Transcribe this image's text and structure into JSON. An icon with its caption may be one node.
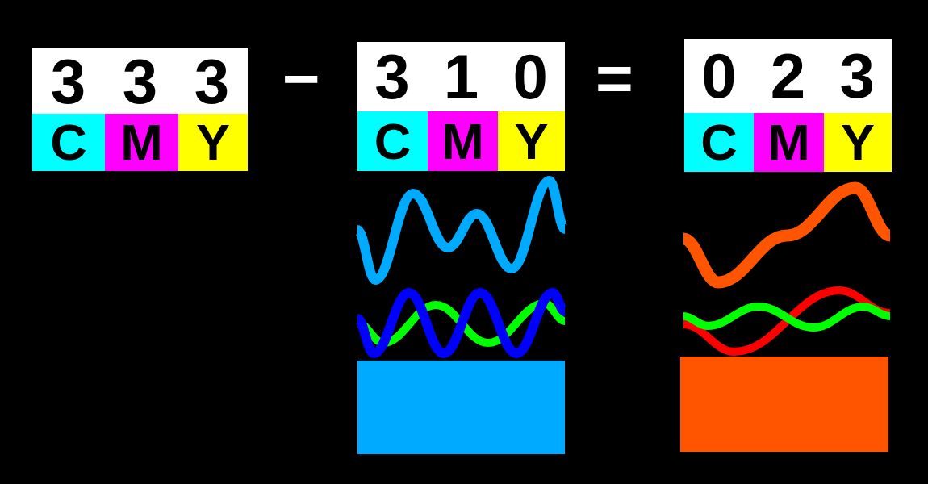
{
  "diagram": {
    "nodes": [
      {
        "text": [
          "3",
          "3",
          "3"
        ]
      },
      {
        "text": [
          "C"
        ]
      },
      {
        "text": [
          "M"
        ]
      },
      {
        "text": [
          "Y"
        ]
      },
      {
        "text": [
          "3",
          "1",
          "0"
        ]
      },
      {
        "text": [
          "C"
        ]
      },
      {
        "text": [
          "M"
        ]
      },
      {
        "text": [
          "Y"
        ]
      },
      {
        "text": [
          "0",
          "2",
          "3"
        ]
      },
      {
        "text": [
          "C"
        ]
      },
      {
        "text": [
          "M"
        ]
      },
      {
        "text": [
          "Y"
        ]
      },
      {
        "text": [],
        "shape": "box"
      },
      {
        "text": [],
        "shape": "box"
      }
    ],
    "labels": [
      "−",
      "="
    ]
  }
}
